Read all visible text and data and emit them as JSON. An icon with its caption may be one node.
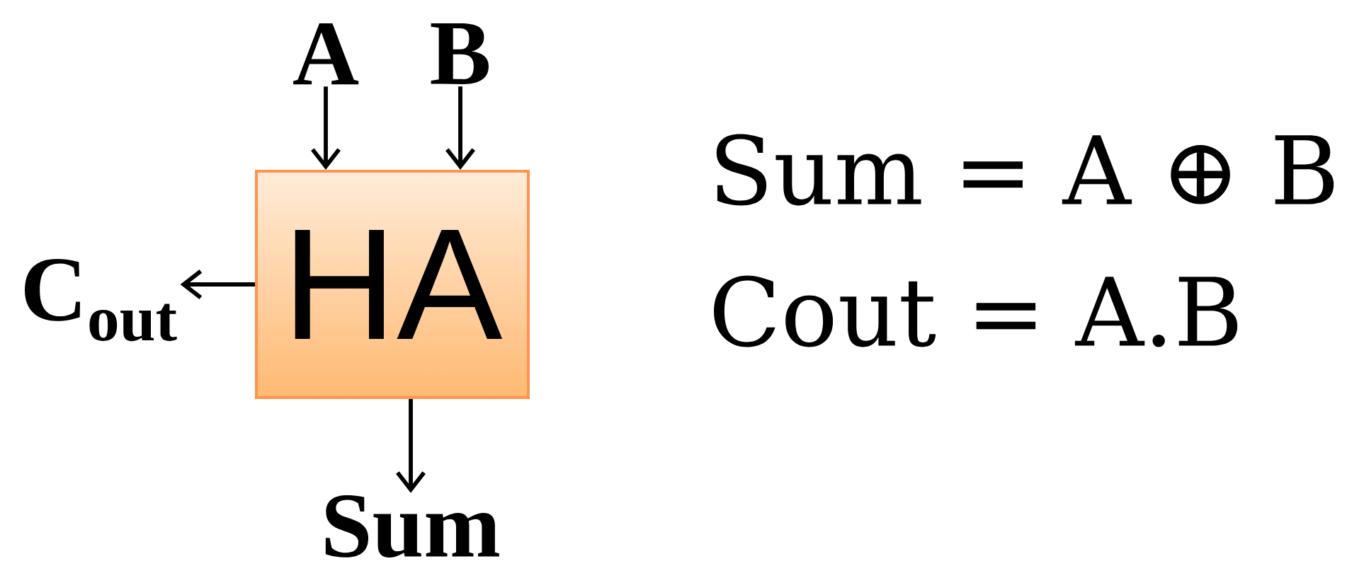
{
  "diagram": {
    "nodes": [
      {
        "text": [
          "A"
        ]
      },
      {
        "text": [
          "B"
        ]
      },
      {
        "text": [
          "HA"
        ]
      },
      {
        "text": [
          "C$_{out}$"
        ]
      },
      {
        "text": [
          "Sum"
        ]
      }
    ],
    "edges": [
      {
        "from": 0,
        "to": 2,
        "arrow": "to"
      },
      {
        "from": 1,
        "to": 2,
        "arrow": "to"
      },
      {
        "from": 2,
        "to": 3,
        "arrow": "to"
      },
      {
        "from": 2,
        "to": 4,
        "arrow": "to"
      }
    ],
    "labels": [
      "Sum = A ⊕ B",
      "Cout = A.B"
    ]
  }
}
